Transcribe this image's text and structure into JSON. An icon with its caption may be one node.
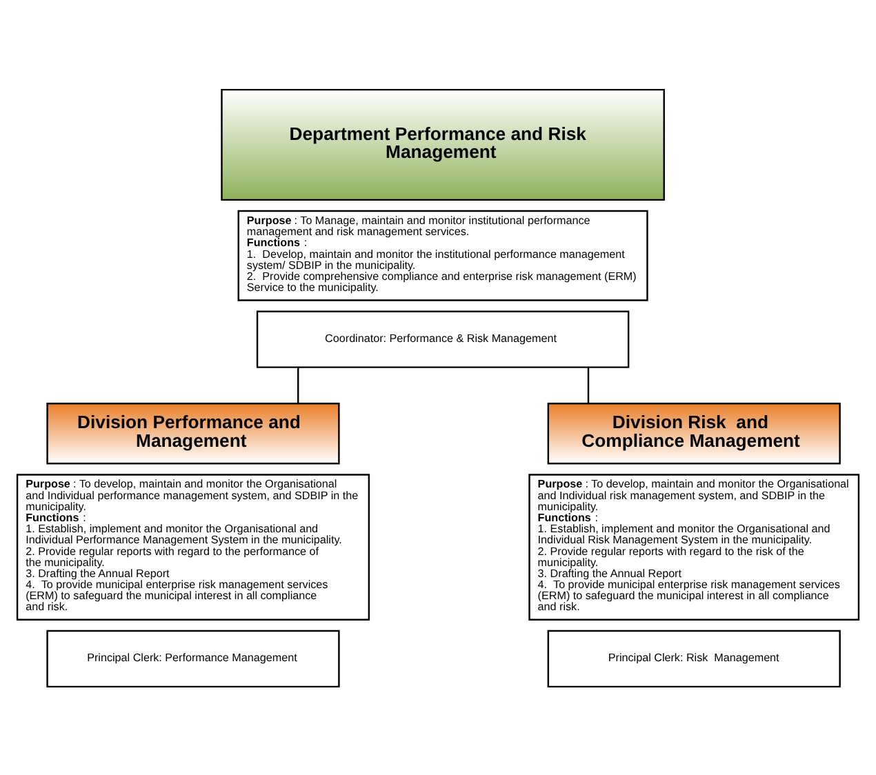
{
  "diagram": {
    "nodes": [
      {
        "text": [
          "Department Performance and Risk Management"
        ]
      },
      {
        "text": [
          "**Purpose**: To Manage, maintain and monitor institutional performance management and risk management services.",
          "**Functions**:",
          "1.  Develop, maintain and monitor the institutional performance management system/ SDBIP in the municipality.",
          "2.  Provide comprehensive compliance and enterprise risk management (ERM) Service to the municipality."
        ]
      },
      {
        "text": [
          "Coordinator: Performance & Risk Management"
        ]
      },
      {
        "text": [
          "Division Performance and Management"
        ]
      },
      {
        "text": [
          "**Purpose**: To develop, maintain and monitor the Organisational and Individual performance management system, and SDBIP in the municipality.",
          "**Functions**:",
          "1. Establish, implement and monitor the Organisational and Individual Performance Management System in the municipality.",
          "2. Provide regular reports with regard to the performance of the municipality.",
          "3. Drafting the Annual Report",
          "4.  To provide municipal enterprise risk management services (ERM) to safeguard the municipal interest in all compliance and risk."
        ]
      },
      {
        "text": [
          "Principal Clerk: Performance Management"
        ]
      },
      {
        "text": [
          "Division Risk  and Compliance Management"
        ]
      },
      {
        "text": [
          "**Purpose**: To develop, maintain and monitor the Organisational and Individual risk management system, and SDBIP in the municipality.",
          "**Functions**:",
          "1. Establish, implement and monitor the Organisational and Individual Risk Management System in the municipality.",
          "2. Provide regular reports with regard to the risk of the municipality.",
          "3. Drafting the Annual Report",
          "4.  To provide municipal enterprise risk management services (ERM) to safeguard the municipal interest in all compliance and risk."
        ]
      },
      {
        "text": [
          "Principal Clerk: Risk  Management"
        ]
      }
    ],
    "edges": [
      {
        "from": 2,
        "to": 3,
        "arrow": "none"
      },
      {
        "from": 2,
        "to": 6,
        "arrow": "none"
      }
    ]
  }
}
